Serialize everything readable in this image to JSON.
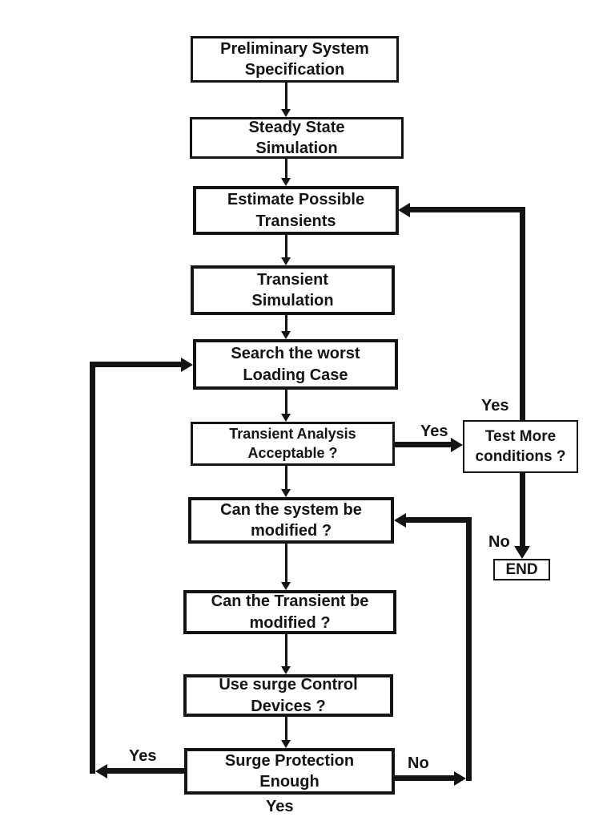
{
  "flowchart": {
    "colors": {
      "ink": "#141414",
      "background": "#ffffff"
    },
    "boxes": {
      "b1": "Preliminary System\nSpecification",
      "b2": "Steady State\nSimulation",
      "b3": "Estimate Possible\nTransients",
      "b4": "Transient\nSimulation",
      "b5": "Search the worst\nLoading Case",
      "b6": "Transient Analysis\nAcceptable ?",
      "b7": "Test More\nconditions ?",
      "b8": "Can the system be\nmodified ?",
      "b9": "Can the Transient be\nmodified ?",
      "b10": "Use surge Control\nDevices ?",
      "b11": "Surge Protection\nEnough",
      "end": "END"
    },
    "edge_labels": {
      "yes_to_test_more": "Yes",
      "yes_test_more_loop": "Yes",
      "no_to_end": "No",
      "yes_surge_left": "Yes",
      "no_surge_right": "No",
      "yes_surge_bottom": "Yes"
    }
  }
}
